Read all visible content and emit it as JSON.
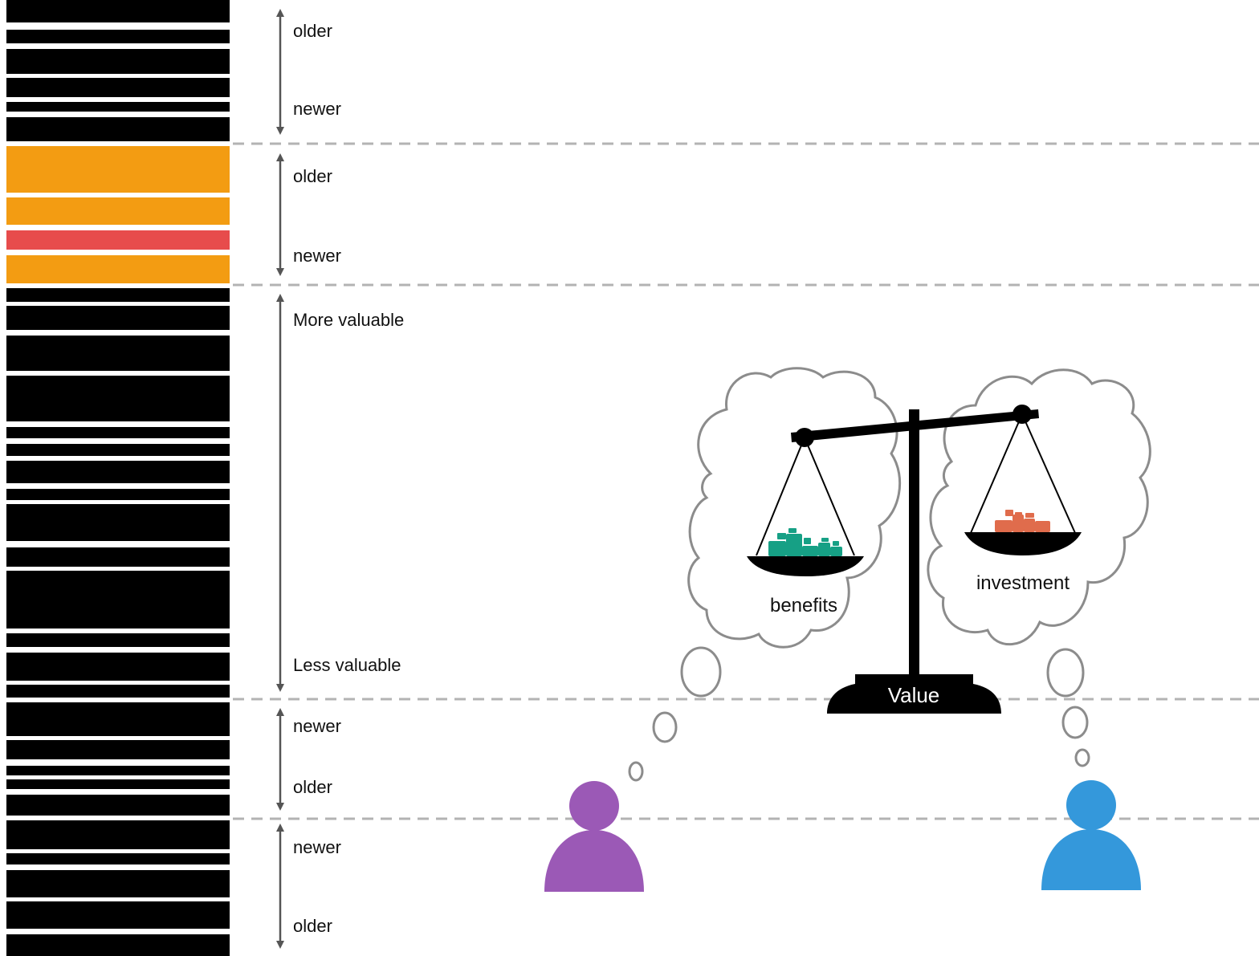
{
  "colors": {
    "block_dark": "#000000",
    "block_orange": "#f39c12",
    "block_red": "#e74c4c",
    "divider": "#b3b3b3",
    "arrow": "#555555",
    "cloud_stroke": "#8c8c8c",
    "benefit_blocks": "#16a085",
    "investment_blocks": "#e06c4c",
    "person_left": "#9b59b6",
    "person_right": "#3498db"
  },
  "sections": [
    {
      "id": "s1",
      "top_label": "older",
      "bottom_label": "newer"
    },
    {
      "id": "s2",
      "top_label": "older",
      "bottom_label": "newer"
    },
    {
      "id": "s3",
      "top_label": "More valuable",
      "bottom_label": "Less valuable"
    },
    {
      "id": "s4",
      "top_label": "newer",
      "bottom_label": "older"
    },
    {
      "id": "s5",
      "top_label": "newer",
      "bottom_label": "older"
    }
  ],
  "stack_blocks": [
    {
      "section": "s1",
      "color": "dark"
    },
    {
      "section": "s1",
      "color": "dark"
    },
    {
      "section": "s1",
      "color": "dark"
    },
    {
      "section": "s1",
      "color": "dark"
    },
    {
      "section": "s1",
      "color": "dark"
    },
    {
      "section": "s1",
      "color": "dark"
    },
    {
      "section": "s2",
      "color": "orange"
    },
    {
      "section": "s2",
      "color": "orange"
    },
    {
      "section": "s2",
      "color": "red"
    },
    {
      "section": "s2",
      "color": "orange"
    },
    {
      "section": "s3",
      "color": "dark"
    },
    {
      "section": "s3",
      "color": "dark"
    },
    {
      "section": "s3",
      "color": "dark"
    },
    {
      "section": "s3",
      "color": "dark"
    },
    {
      "section": "s3",
      "color": "dark"
    },
    {
      "section": "s3",
      "color": "dark"
    },
    {
      "section": "s3",
      "color": "dark"
    },
    {
      "section": "s3",
      "color": "dark"
    },
    {
      "section": "s3",
      "color": "dark"
    },
    {
      "section": "s3",
      "color": "dark"
    },
    {
      "section": "s3",
      "color": "dark"
    },
    {
      "section": "s3",
      "color": "dark"
    },
    {
      "section": "s3",
      "color": "dark"
    },
    {
      "section": "s3",
      "color": "dark"
    },
    {
      "section": "s4",
      "color": "dark"
    },
    {
      "section": "s4",
      "color": "dark"
    },
    {
      "section": "s4",
      "color": "dark"
    },
    {
      "section": "s4",
      "color": "dark"
    },
    {
      "section": "s4",
      "color": "dark"
    },
    {
      "section": "s5",
      "color": "dark"
    },
    {
      "section": "s5",
      "color": "dark"
    },
    {
      "section": "s5",
      "color": "dark"
    },
    {
      "section": "s5",
      "color": "dark"
    },
    {
      "section": "s5",
      "color": "dark"
    }
  ],
  "scale": {
    "left_pan_label": "benefits",
    "right_pan_label": "investment",
    "base_label": "Value"
  }
}
